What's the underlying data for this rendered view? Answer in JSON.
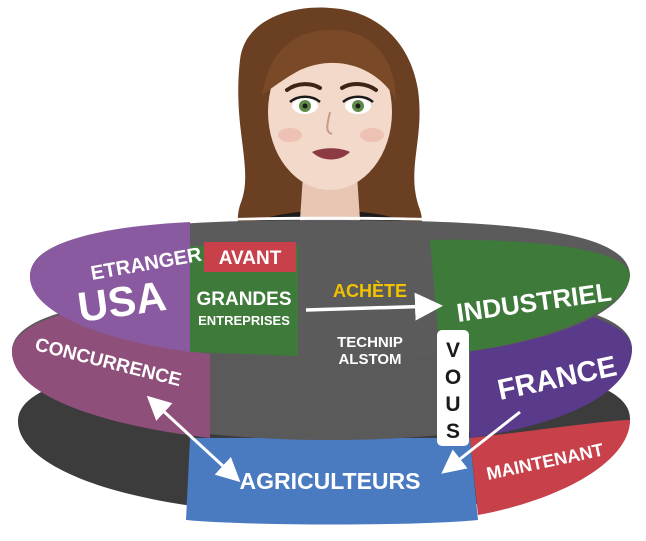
{
  "labels": {
    "avant": "AVANT",
    "etranger": "ETRANGER",
    "usa": "USA",
    "grandes": "GRANDES",
    "entreprises": "ENTREPRISES",
    "achete": "ACHÈTE",
    "industriel": "INDUSTRIEL",
    "technip": "TECHNIP",
    "alstom": "ALSTOM",
    "vous_v": "V",
    "vous_o": "O",
    "vous_u": "U",
    "vous_s": "S",
    "concurrence": "CONCURRENCE",
    "france": "FRANCE",
    "maintenant": "MAINTENANT",
    "agriculteurs": "AGRICULTEURS"
  },
  "colors": {
    "purple": "#8a5aa0",
    "green": "#3e7a3a",
    "grey": "#5b5b5b",
    "dark": "#3c3c3c",
    "plum": "#8e4f7a",
    "blue": "#4a7ac0",
    "red": "#c8414a",
    "yellow": "#f2c200",
    "hair": "#6a3f22",
    "skin": "#f3d9c9"
  },
  "icons": [
    "woman-avatar",
    "arrow-right-icon",
    "arrow-double-icon",
    "arrow-down-left-icon"
  ]
}
